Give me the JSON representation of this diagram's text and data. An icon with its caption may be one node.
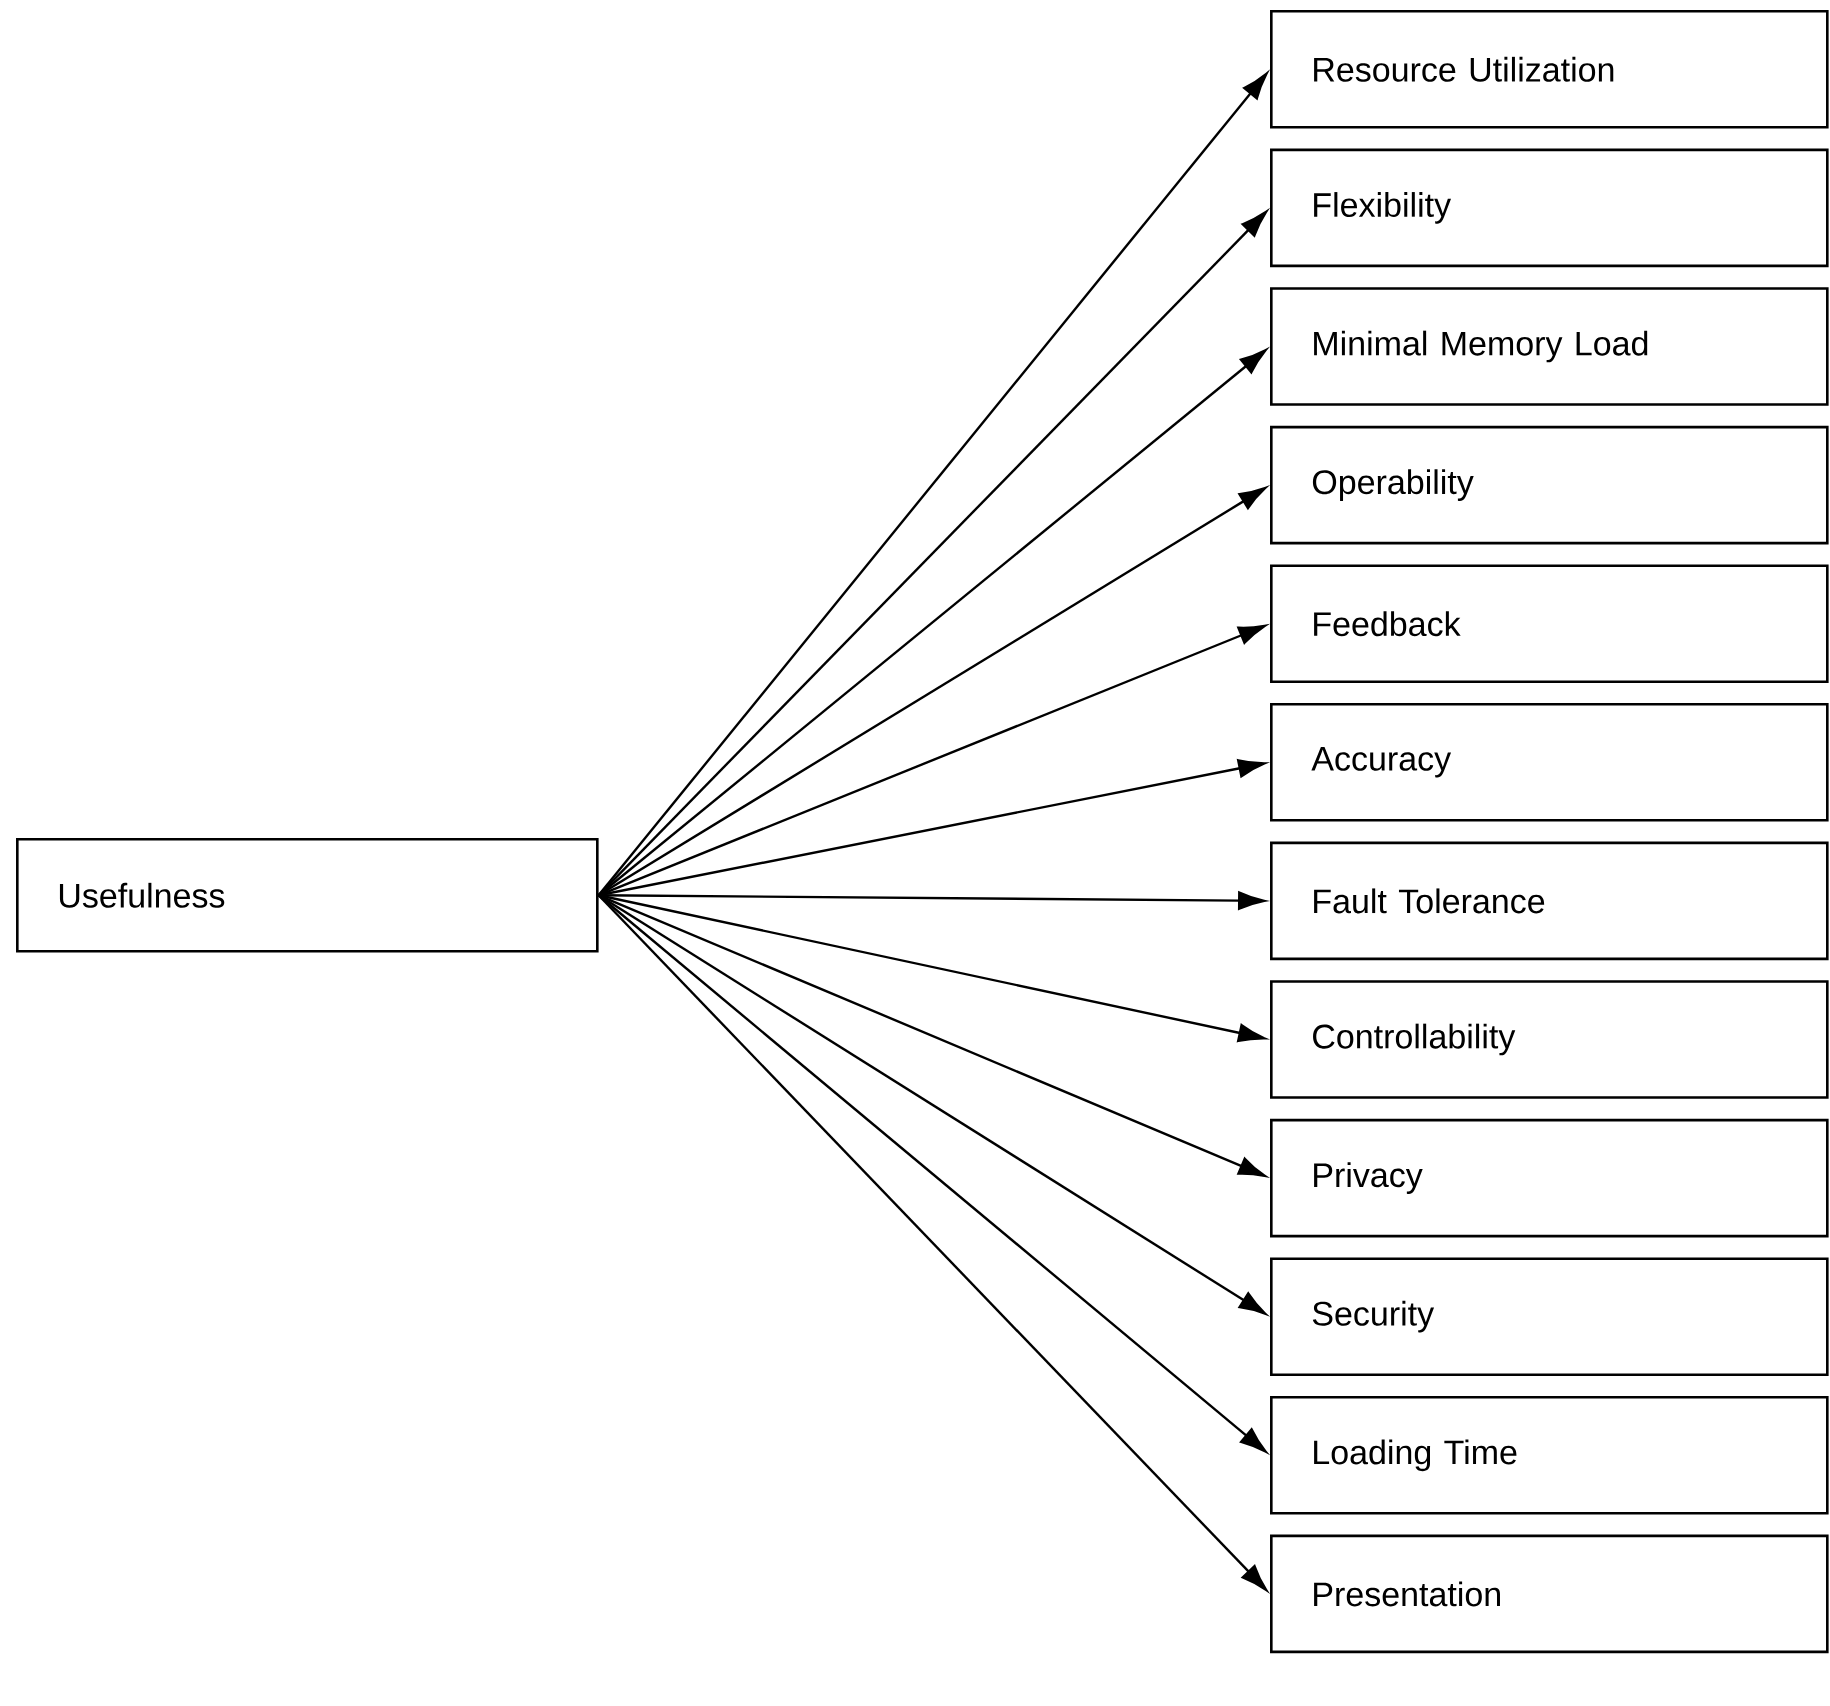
{
  "diagram": {
    "nodes": [
      {
        "text": [
          "Usefulness"
        ]
      },
      {
        "text": [
          "Resource Utilization"
        ]
      },
      {
        "text": [
          "Flexibility"
        ]
      },
      {
        "text": [
          "Minimal Memory Load"
        ]
      },
      {
        "text": [
          "Operability"
        ]
      },
      {
        "text": [
          "Feedback"
        ]
      },
      {
        "text": [
          "Accuracy"
        ]
      },
      {
        "text": [
          "Fault Tolerance"
        ]
      },
      {
        "text": [
          "Controllability"
        ]
      },
      {
        "text": [
          "Privacy"
        ]
      },
      {
        "text": [
          "Security"
        ]
      },
      {
        "text": [
          "Loading Time"
        ]
      },
      {
        "text": [
          "Presentation"
        ]
      }
    ],
    "edges": [
      {
        "from": 0,
        "to": 1,
        "arrow": "to"
      },
      {
        "from": 0,
        "to": 2,
        "arrow": "to"
      },
      {
        "from": 0,
        "to": 3,
        "arrow": "to"
      },
      {
        "from": 0,
        "to": 4,
        "arrow": "to"
      },
      {
        "from": 0,
        "to": 5,
        "arrow": "to"
      },
      {
        "from": 0,
        "to": 6,
        "arrow": "to"
      },
      {
        "from": 0,
        "to": 7,
        "arrow": "to"
      },
      {
        "from": 0,
        "to": 8,
        "arrow": "to"
      },
      {
        "from": 0,
        "to": 9,
        "arrow": "to"
      },
      {
        "from": 0,
        "to": 10,
        "arrow": "to"
      },
      {
        "from": 0,
        "to": 11,
        "arrow": "to"
      },
      {
        "from": 0,
        "to": 12,
        "arrow": "to"
      }
    ]
  }
}
